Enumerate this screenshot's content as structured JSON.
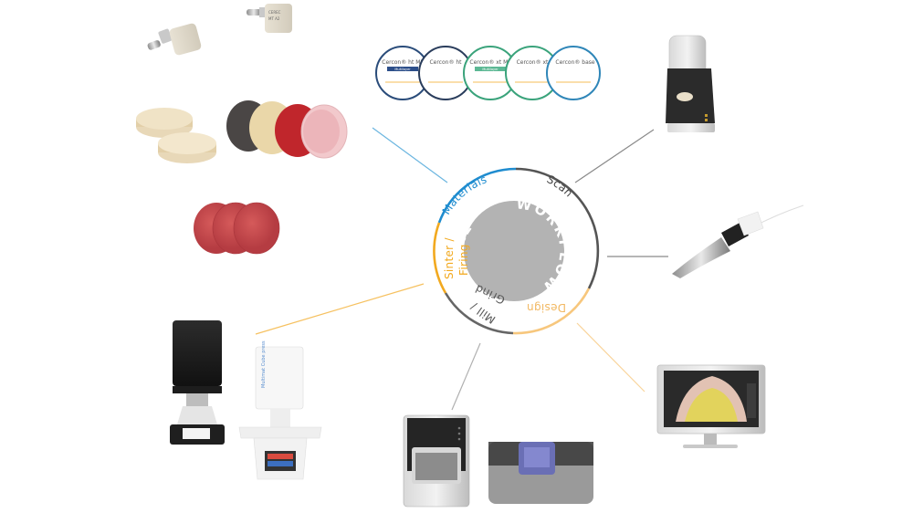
{
  "diagram": {
    "title_core": [
      "DIGITAL",
      "WORKFLOW"
    ],
    "colors": {
      "materials": "#1f8ccf",
      "scan": "#555555",
      "design": "#f7c77d",
      "mill": "#666666",
      "sinter": "#f2a91f",
      "core": "#b3b3b3",
      "materials_line": "#6cb6e0",
      "scan_line": "#8a8a8a",
      "design_line": "#f9d49b",
      "mill_line": "#b0b0b0",
      "sinter_line": "#f6c160"
    },
    "stages": [
      {
        "id": "materials",
        "label": "Materials"
      },
      {
        "id": "scan",
        "label": "Scan"
      },
      {
        "id": "design",
        "label": "Design"
      },
      {
        "id": "mill",
        "label": "Mill / Grind",
        "lines": [
          "Mill /",
          "Grind"
        ]
      },
      {
        "id": "sinter",
        "label": "Sinter / Firing",
        "lines": [
          "Sinter /",
          "Firing"
        ]
      }
    ],
    "products": {
      "materials": {
        "zirconia_discs": [
          "Cercon® ht ML",
          "Cercon® ht",
          "Cercon® xt ML",
          "Cercon® xt",
          "Cercon® base"
        ],
        "disc_badge": "Multilayer",
        "blocks": "CAD/CAM blocks",
        "pmma_discs": "PMMA discs",
        "wax_discs": "Wax / resin discs",
        "red_discs": "Denture base discs"
      },
      "scan": {
        "lab_scanner": "Lab scanner",
        "intraoral_scanner": "Intraoral scanner"
      },
      "design": {
        "monitor": "CAD design software"
      },
      "mill": {
        "mill_small": "Milling unit",
        "mill_large": "Milling machine"
      },
      "sinter": {
        "furnace_black": "Sintering furnace",
        "furnace_white": "Multimat Cube press"
      }
    }
  }
}
